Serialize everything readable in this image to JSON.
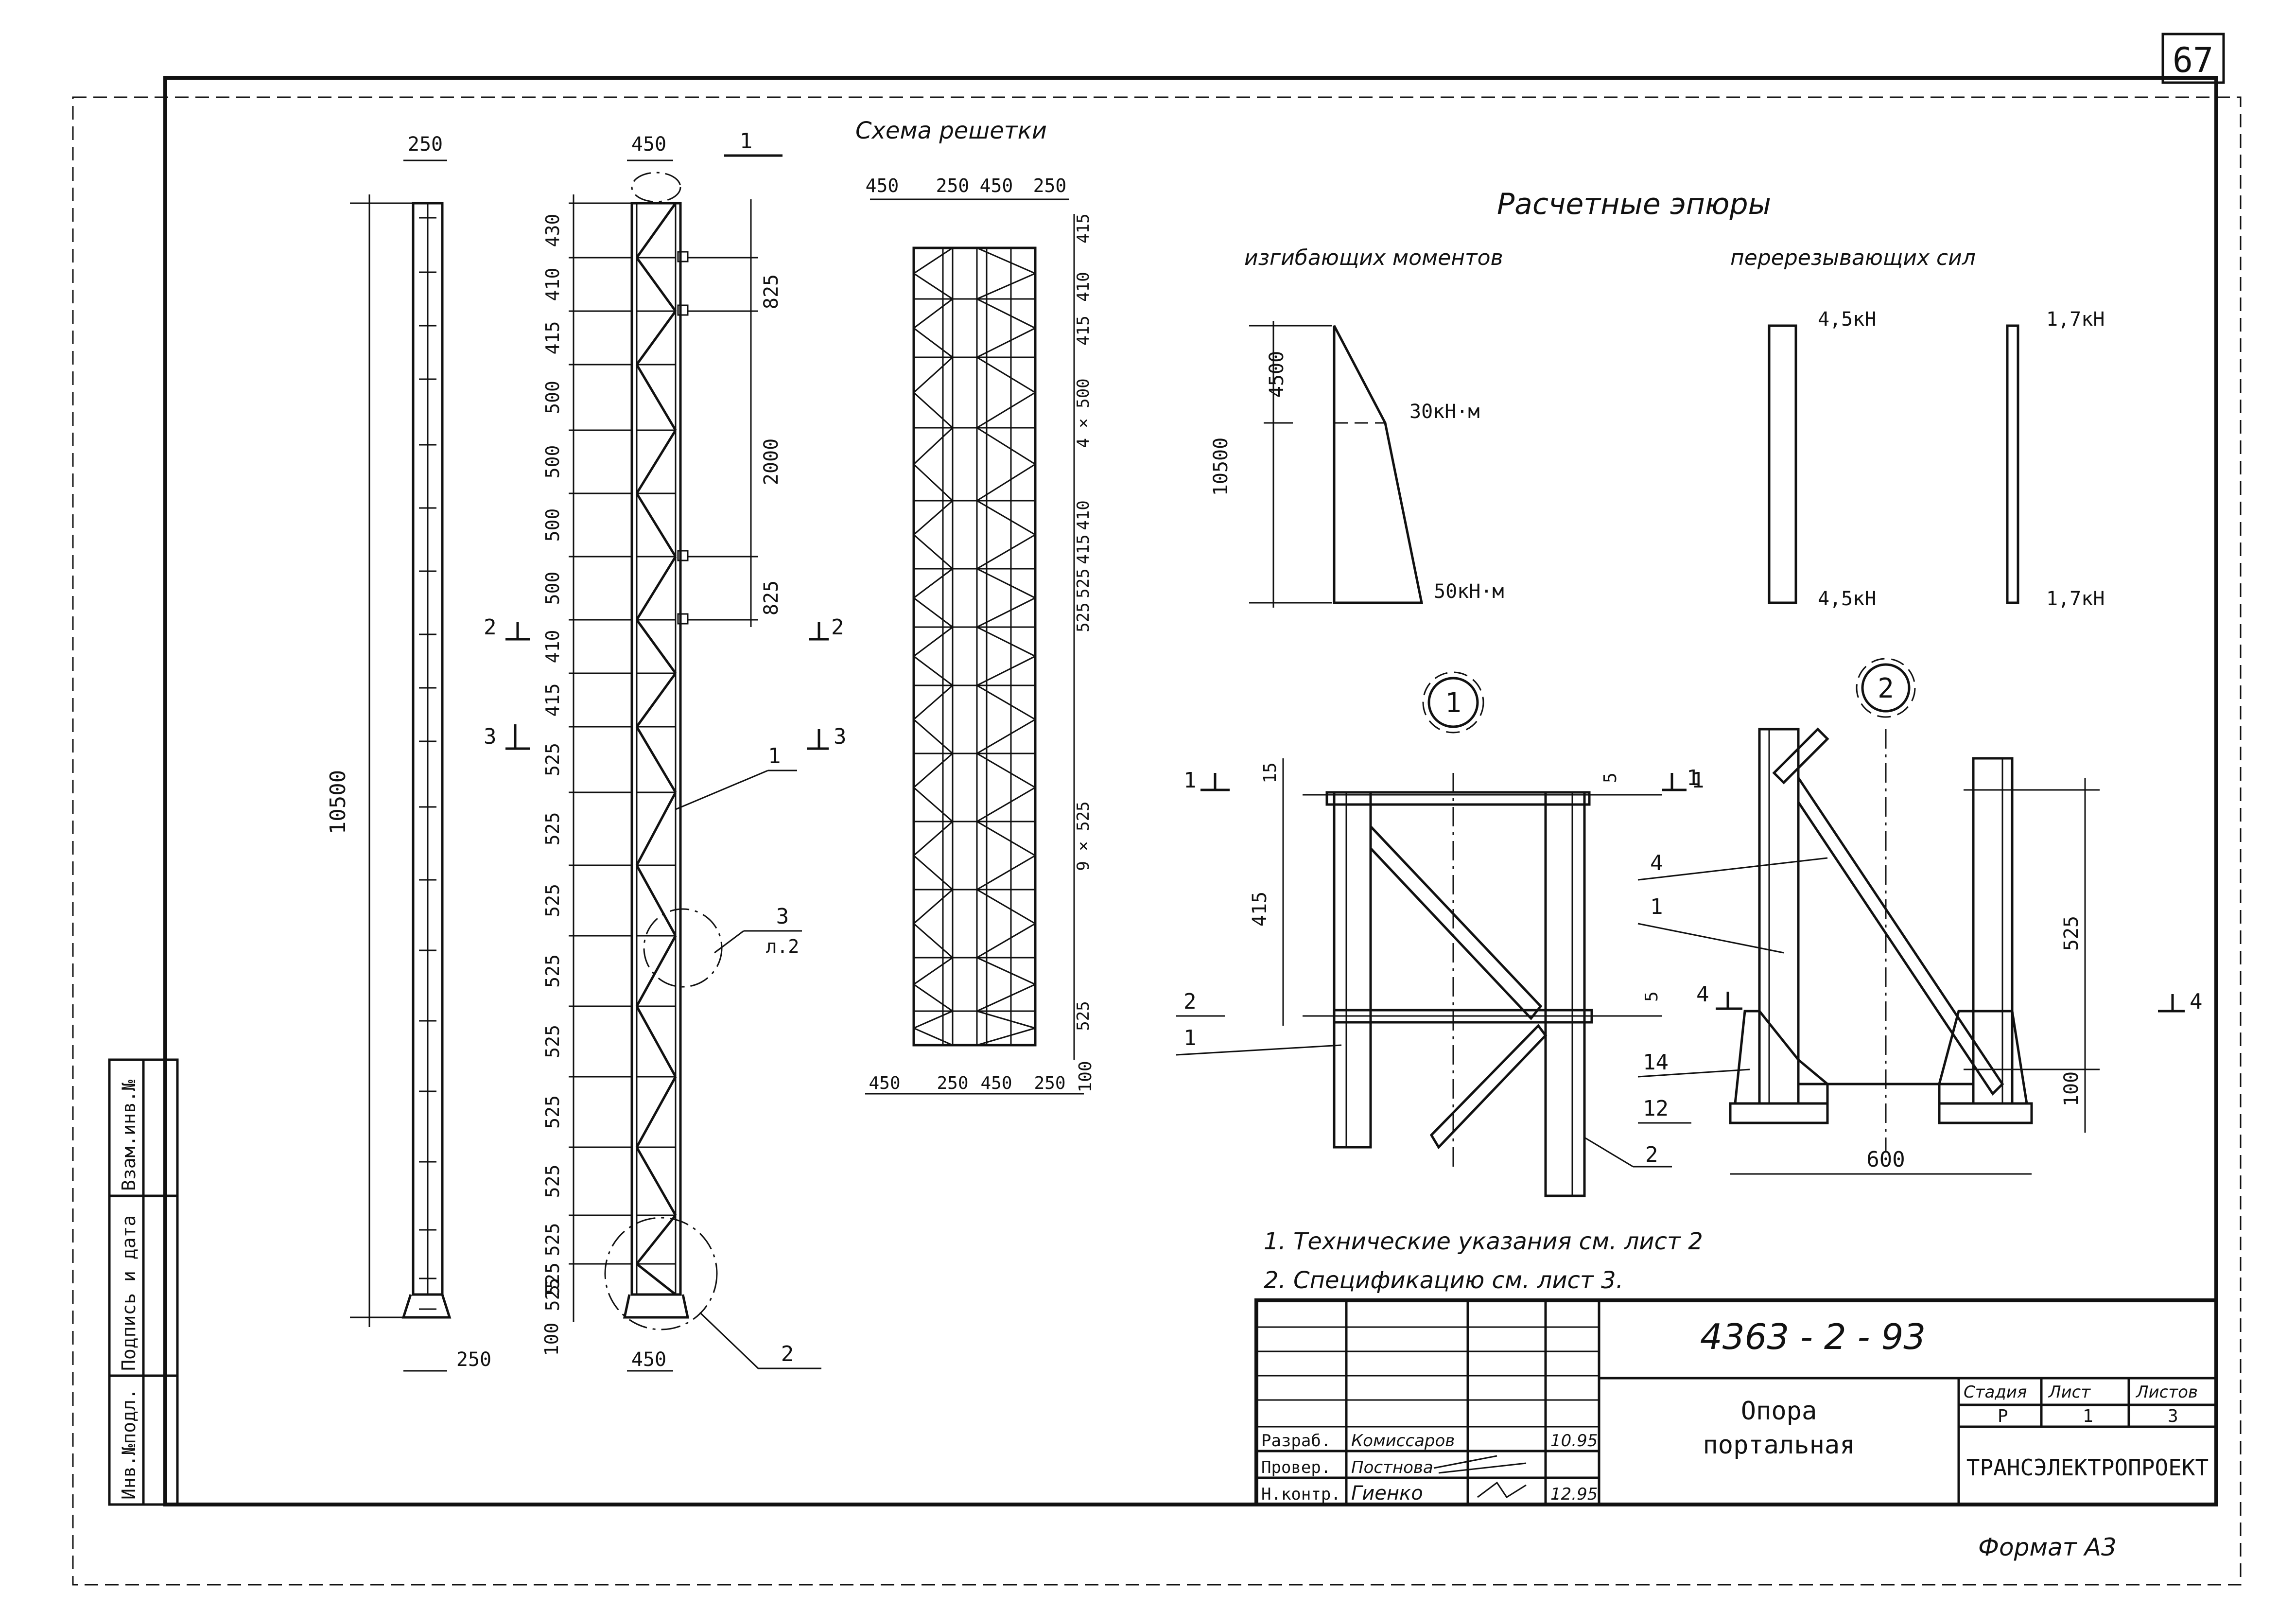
{
  "page_number": "67",
  "sheet_format": "Формат А3",
  "notes": [
    "1. Технические указания см. лист 2",
    "2. Спецификацию см. лист 3."
  ],
  "side_stamp": {
    "inv_podl": "Инв.№подл.",
    "podpis_data": "Подпись и дата",
    "vzam_inv": "Взам.инв.№"
  },
  "title_block": {
    "drawing_number": "4363 - 2 - 93",
    "title_line1": "Опора",
    "title_line2": "портальная",
    "stage_label": "Стадия",
    "sheet_label": "Лист",
    "sheets_label": "Листов",
    "stage": "Р",
    "sheet": "1",
    "sheets": "3",
    "organization": "ТРАНСЭЛЕКТРОПРОЕКТ",
    "rows": [
      {
        "role": "Разраб.",
        "name": "Комиссаров",
        "date": "10.95"
      },
      {
        "role": "Провер.",
        "name": "Постнова",
        "date": ""
      },
      {
        "role": "Н.контр.",
        "name": "Гиенко",
        "date": "12.95"
      }
    ]
  },
  "elevation_left": {
    "top_dim": "250",
    "bottom_dim": "250",
    "height_dim": "10500"
  },
  "elevation_mid": {
    "top_dim": "450",
    "bottom_dim": "450",
    "base_dim": "100",
    "section_mark": "1",
    "panel_dims": [
      "430",
      "410",
      "415",
      "500",
      "500",
      "500",
      "500",
      "410",
      "415",
      "525",
      "525",
      "525",
      "525",
      "525",
      "525",
      "525",
      "525",
      "525",
      "525"
    ],
    "right_dims": [
      "825",
      "2000",
      "825"
    ],
    "marks": {
      "m1": "1",
      "m2": "2",
      "m3": "3",
      "m3_sheet": "л.2",
      "sec2": "2",
      "sec3": "3"
    }
  },
  "lattice_scheme": {
    "title": "Схема решетки",
    "top_dims": [
      "450",
      "250",
      "450",
      "250"
    ],
    "bottom_dims": [
      "450",
      "250",
      "450",
      "250",
      "100"
    ],
    "right_dims": [
      "415",
      "410",
      "415",
      "4 × 500",
      "410",
      "415",
      "525",
      "525",
      "9 × 525",
      "525"
    ]
  },
  "diagrams": {
    "title": "Расчетные эпюры",
    "moment_title": "изгибающих моментов",
    "shear_title": "перерезывающих сил",
    "height_dim": "10500",
    "upper_dim": "4500",
    "moment_mid": "30кН·м",
    "moment_base": "50кН·м",
    "shear1_top": "4,5кН",
    "shear1_bottom": "4,5кН",
    "shear2_top": "1,7кН",
    "shear2_bottom": "1,7кН"
  },
  "detail1": {
    "label": "1",
    "dims": [
      "15",
      "5",
      "415",
      "5"
    ],
    "marks": [
      "1",
      "2",
      "1",
      "2"
    ],
    "section": "1"
  },
  "detail2": {
    "label": "2",
    "dims": [
      "525",
      "100",
      "600"
    ],
    "marks": [
      "4",
      "1",
      "14",
      "12",
      "2"
    ],
    "section": "1",
    "section4": "4"
  }
}
